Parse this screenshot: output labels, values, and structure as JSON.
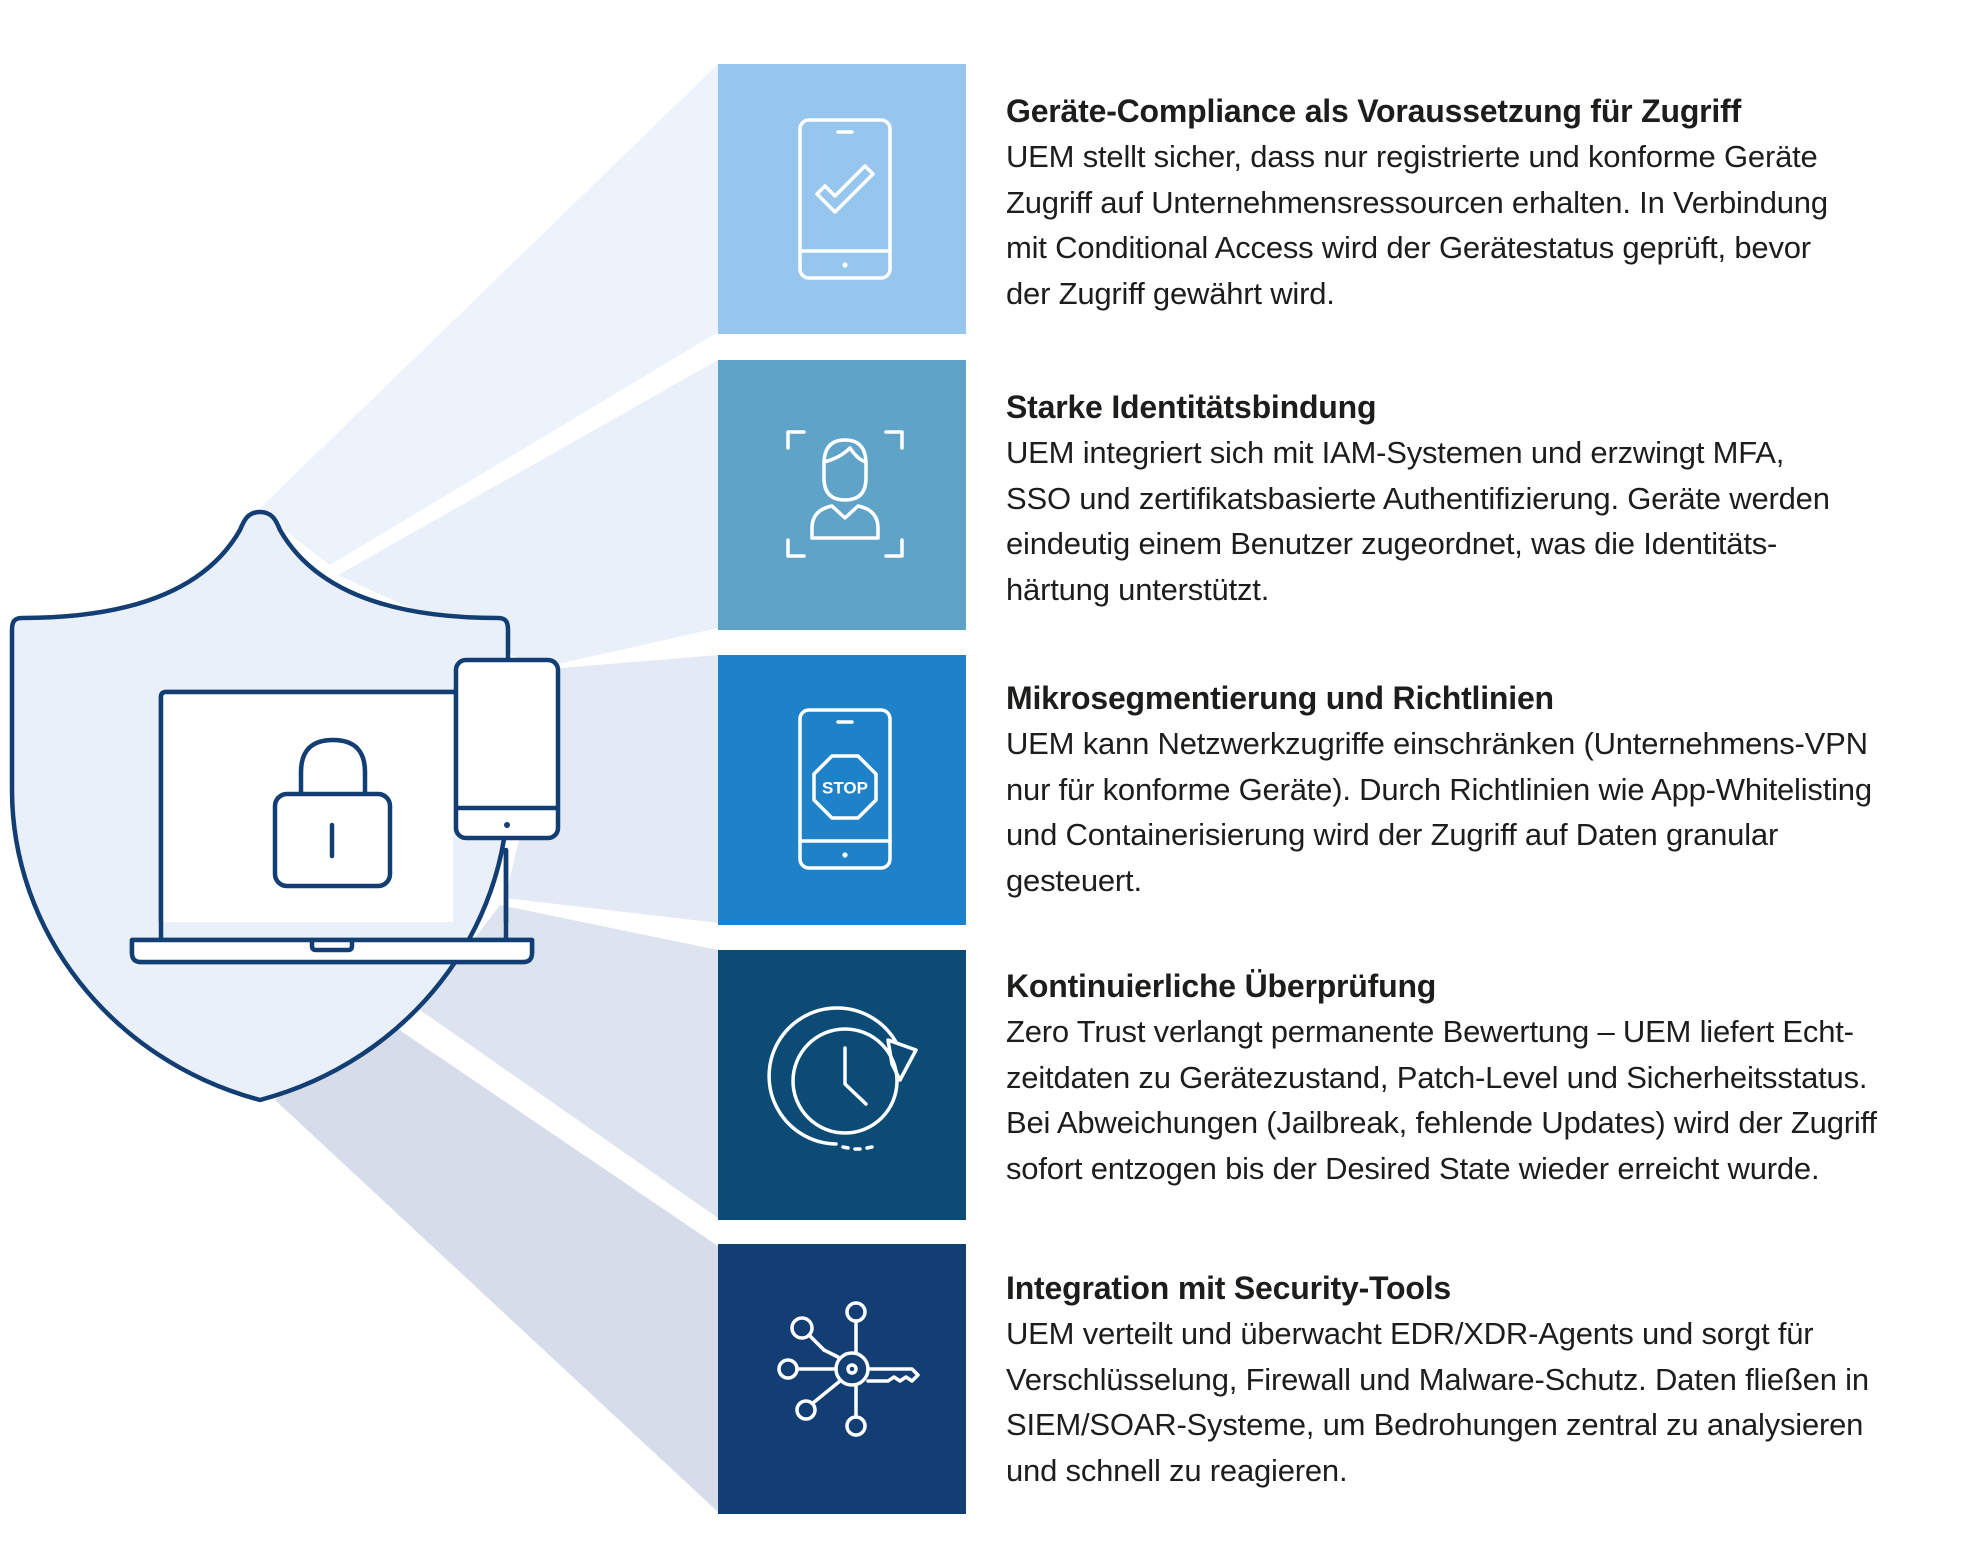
{
  "colors": {
    "tile_1": "#96c5ee",
    "tile_2": "#5fa3c9",
    "tile_3": "#1f82c8",
    "tile_4": "#0b4b75",
    "tile_5": "#133e73",
    "shield_fill": "#eaf0fa",
    "shield_stroke": "#123e74",
    "text": "#1d1d1b"
  },
  "device_icons": [
    "shield-icon",
    "laptop-icon",
    "padlock-icon",
    "smartphone-icon"
  ],
  "features": [
    {
      "icon": "smartphone-checkmark-icon",
      "title": "Geräte-Compliance als Voraussetzung für Zugriff",
      "description": "UEM stellt sicher, dass nur registrierte und konforme Geräte\nZugriff auf Unternehmensressourcen erhalten. In Verbindung\nmit Conditional Access wird der Gerätestatus geprüft, bevor\nder Zugriff gewährt wird."
    },
    {
      "icon": "user-identity-scan-icon",
      "title": "Starke Identitätsbindung",
      "description": "UEM integriert sich mit IAM-Systemen und erzwingt MFA,\nSSO und zertifikatsbasierte Authentifizierung. Geräte werden\neindeutig einem Benutzer zugeordnet, was die Identitäts-\nhärtung unterstützt."
    },
    {
      "icon": "smartphone-stop-sign-icon",
      "stop_label": "STOP",
      "title": "Mikrosegmentierung und Richtlinien",
      "description": "UEM kann Netzwerkzugriffe einschränken (Unternehmens-VPN\nnur für konforme Geräte). Durch Richtlinien wie App-Whitelisting\nund Containerisierung wird der Zugriff auf Daten granular\ngesteuert."
    },
    {
      "icon": "clock-refresh-icon",
      "title": "Kontinuierliche Überprüfung",
      "description": "Zero Trust verlangt permanente Bewertung – UEM liefert Echt-\nzeitdaten zu Gerätezustand, Patch-Level und Sicherheitsstatus.\nBei Abweichungen (Jailbreak, fehlende Updates) wird der Zugriff\nsofort entzogen bis der Desired State wieder erreicht wurde."
    },
    {
      "icon": "key-network-icon",
      "title": "Integration mit Security-Tools",
      "description": "UEM verteilt und überwacht EDR/XDR-Agents und sorgt für\nVerschlüsselung, Firewall und Malware-Schutz. Daten fließen in\nSIEM/SOAR-Systeme, um Bedrohungen zentral zu analysieren\nund schnell zu reagieren."
    }
  ]
}
